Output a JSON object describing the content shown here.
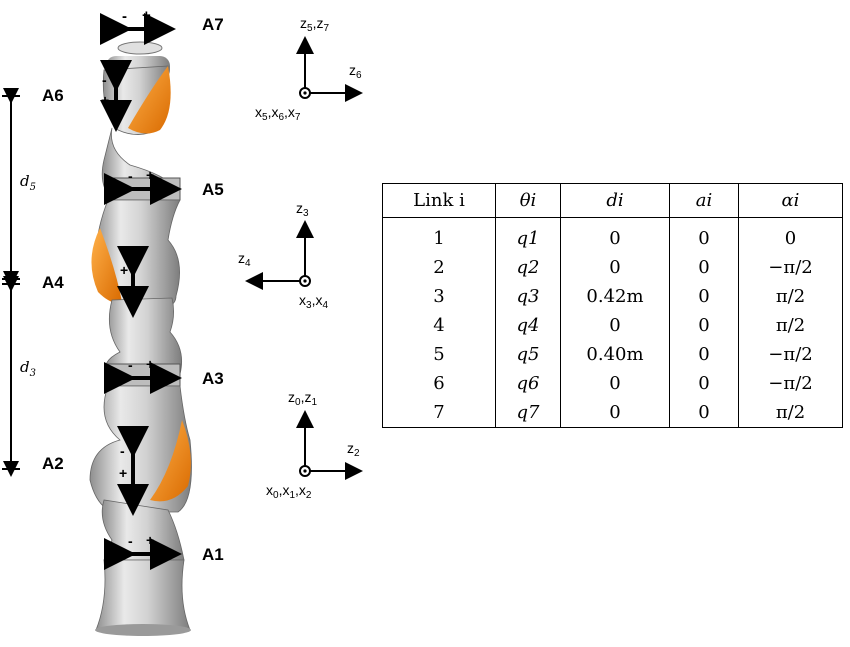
{
  "axes": [
    {
      "id": "A7",
      "label": "A7"
    },
    {
      "id": "A6",
      "label": "A6"
    },
    {
      "id": "A5",
      "label": "A5"
    },
    {
      "id": "A4",
      "label": "A4"
    },
    {
      "id": "A3",
      "label": "A3"
    },
    {
      "id": "A2",
      "label": "A2"
    },
    {
      "id": "A1",
      "label": "A1"
    }
  ],
  "dimensions": {
    "d5": "d",
    "d5_sub": "5",
    "d3": "d",
    "d3_sub": "3"
  },
  "rotation_signs": {
    "minus": "-",
    "plus": "+"
  },
  "frames": {
    "top": {
      "z": [
        "5",
        "7"
      ],
      "side": "6",
      "x": [
        "5",
        "6",
        "7"
      ]
    },
    "middle": {
      "z": [
        "3"
      ],
      "side": "4",
      "x": [
        "3",
        "4"
      ]
    },
    "bottom": {
      "z": [
        "0",
        "1"
      ],
      "side": "2",
      "x": [
        "0",
        "1",
        "2"
      ]
    }
  },
  "table": {
    "headers": [
      "Link i",
      "θi",
      "di",
      "ai",
      "αi"
    ],
    "rows": [
      [
        "1",
        "q1",
        "0",
        "0",
        "0"
      ],
      [
        "2",
        "q2",
        "0",
        "0",
        "−π/2"
      ],
      [
        "3",
        "q3",
        "0.42m",
        "0",
        "π/2"
      ],
      [
        "4",
        "q4",
        "0",
        "0",
        "π/2"
      ],
      [
        "5",
        "q5",
        "0.40m",
        "0",
        "−π/2"
      ],
      [
        "6",
        "q6",
        "0",
        "0",
        "−π/2"
      ],
      [
        "7",
        "q7",
        "0",
        "0",
        "π/2"
      ]
    ]
  },
  "colors": {
    "accent_orange": "#f28a1a",
    "robot_grey": "#c9c9c9",
    "dark": "#111111"
  }
}
